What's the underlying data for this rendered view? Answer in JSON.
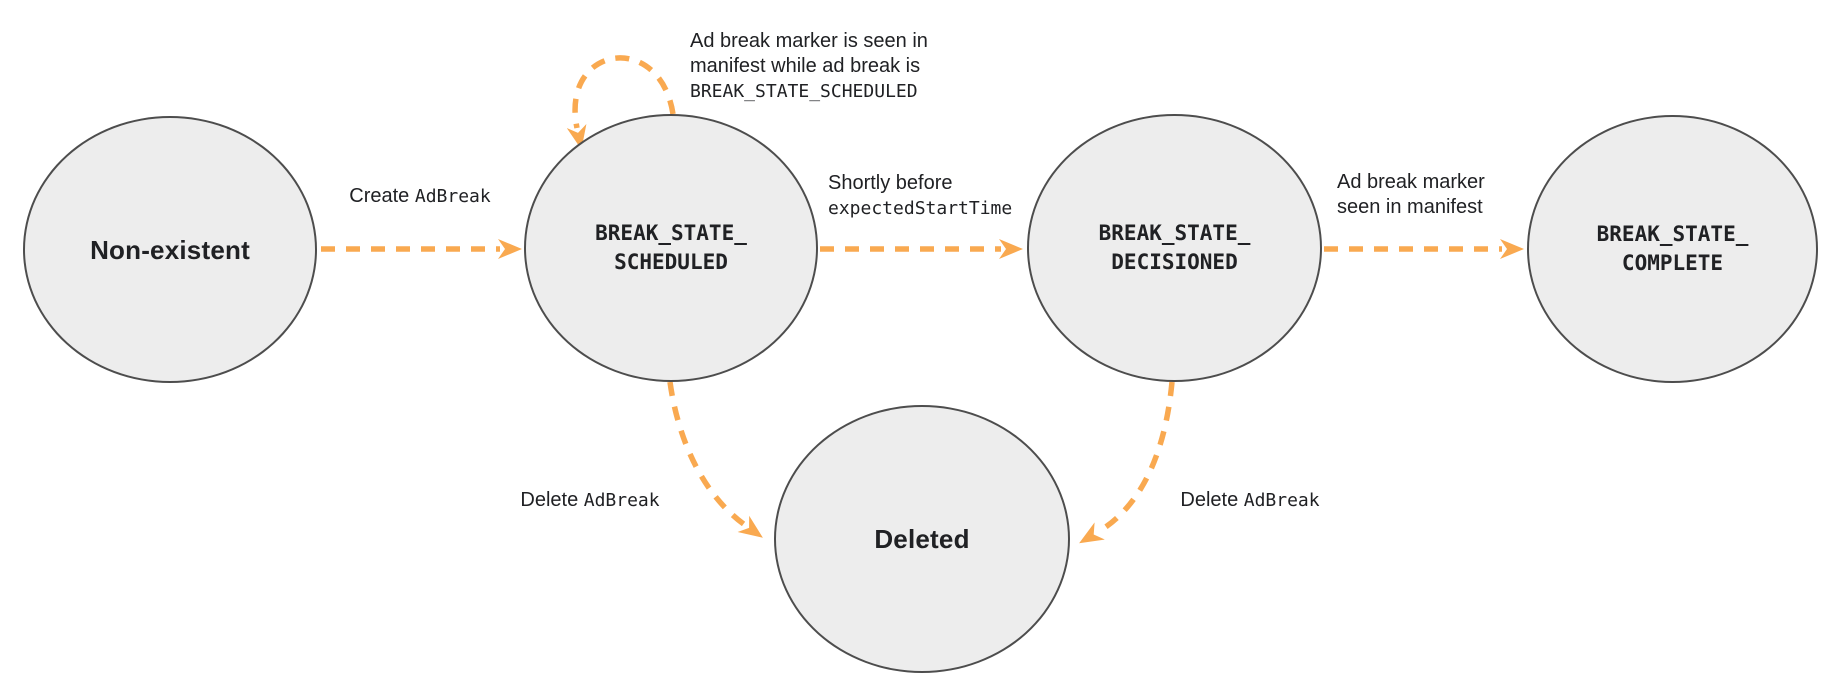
{
  "colors": {
    "accent": "#F9A950",
    "node_fill": "#EDEDED",
    "node_border": "#4D4D4D",
    "text": "#202124",
    "background": "#FFFFFF"
  },
  "nodes": {
    "non_existent": {
      "label": "Non-existent"
    },
    "scheduled": {
      "label": "BREAK_STATE_\nSCHEDULED"
    },
    "decisioned": {
      "label": "BREAK_STATE_\nDECISIONED"
    },
    "complete": {
      "label": "BREAK_STATE_\nCOMPLETE"
    },
    "deleted": {
      "label": "Deleted"
    }
  },
  "edges": {
    "create": {
      "text": "Create",
      "code": "AdBreak"
    },
    "self_loop": {
      "text": "Ad break marker is seen in\nmanifest while ad break is",
      "code": "BREAK_STATE_SCHEDULED"
    },
    "shortly_before": {
      "text": "Shortly before",
      "code": "expectedStartTime"
    },
    "marker_seen": {
      "text": "Ad break marker\nseen in manifest"
    },
    "delete_from_scheduled": {
      "text": "Delete",
      "code": "AdBreak"
    },
    "delete_from_decisioned": {
      "text": "Delete",
      "code": "AdBreak"
    }
  }
}
